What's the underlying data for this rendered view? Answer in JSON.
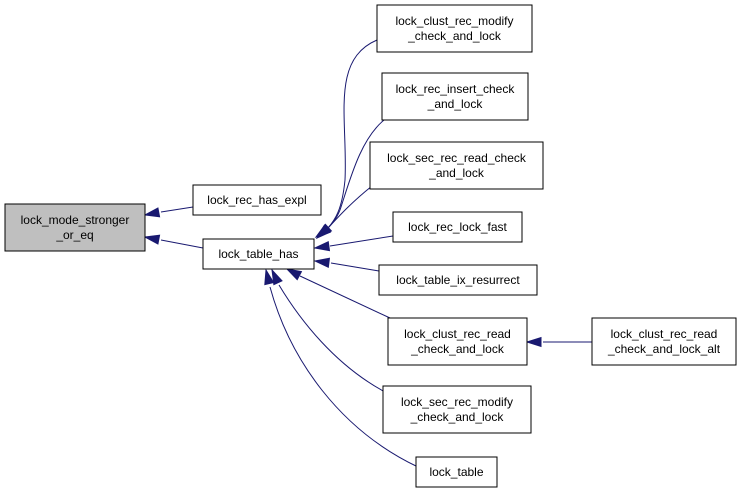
{
  "colors": {
    "node_fill": "#ffffff",
    "focus_fill": "#bfbfbf",
    "border": "#000000",
    "edge": "#191970",
    "text": "#000000"
  },
  "nodes": {
    "lock_mode_stronger_or_eq": {
      "lines": [
        "lock_mode_stronger",
        "_or_eq"
      ],
      "focus": true
    },
    "lock_rec_has_expl": {
      "lines": [
        "lock_rec_has_expl"
      ]
    },
    "lock_table_has": {
      "lines": [
        "lock_table_has"
      ]
    },
    "lock_clust_rec_modify_check_and_lock": {
      "lines": [
        "lock_clust_rec_modify",
        "_check_and_lock"
      ]
    },
    "lock_rec_insert_check_and_lock": {
      "lines": [
        "lock_rec_insert_check",
        "_and_lock"
      ]
    },
    "lock_sec_rec_read_check_and_lock": {
      "lines": [
        "lock_sec_rec_read_check",
        "_and_lock"
      ]
    },
    "lock_rec_lock_fast": {
      "lines": [
        "lock_rec_lock_fast"
      ]
    },
    "lock_table_ix_resurrect": {
      "lines": [
        "lock_table_ix_resurrect"
      ]
    },
    "lock_clust_rec_read_check_and_lock": {
      "lines": [
        "lock_clust_rec_read",
        "_check_and_lock"
      ]
    },
    "lock_sec_rec_modify_check_and_lock": {
      "lines": [
        "lock_sec_rec_modify",
        "_check_and_lock"
      ]
    },
    "lock_table": {
      "lines": [
        "lock_table"
      ]
    },
    "lock_clust_rec_read_check_and_lock_alt": {
      "lines": [
        "lock_clust_rec_read",
        "_check_and_lock_alt"
      ]
    }
  },
  "edges": [
    {
      "from": "lock_rec_has_expl",
      "to": "lock_mode_stronger_or_eq"
    },
    {
      "from": "lock_table_has",
      "to": "lock_mode_stronger_or_eq"
    },
    {
      "from": "lock_clust_rec_modify_check_and_lock",
      "to": "lock_table_has"
    },
    {
      "from": "lock_rec_insert_check_and_lock",
      "to": "lock_table_has"
    },
    {
      "from": "lock_sec_rec_read_check_and_lock",
      "to": "lock_table_has"
    },
    {
      "from": "lock_rec_lock_fast",
      "to": "lock_table_has"
    },
    {
      "from": "lock_table_ix_resurrect",
      "to": "lock_table_has"
    },
    {
      "from": "lock_clust_rec_read_check_and_lock",
      "to": "lock_table_has"
    },
    {
      "from": "lock_sec_rec_modify_check_and_lock",
      "to": "lock_table_has"
    },
    {
      "from": "lock_table",
      "to": "lock_table_has"
    },
    {
      "from": "lock_clust_rec_read_check_and_lock_alt",
      "to": "lock_clust_rec_read_check_and_lock"
    }
  ]
}
